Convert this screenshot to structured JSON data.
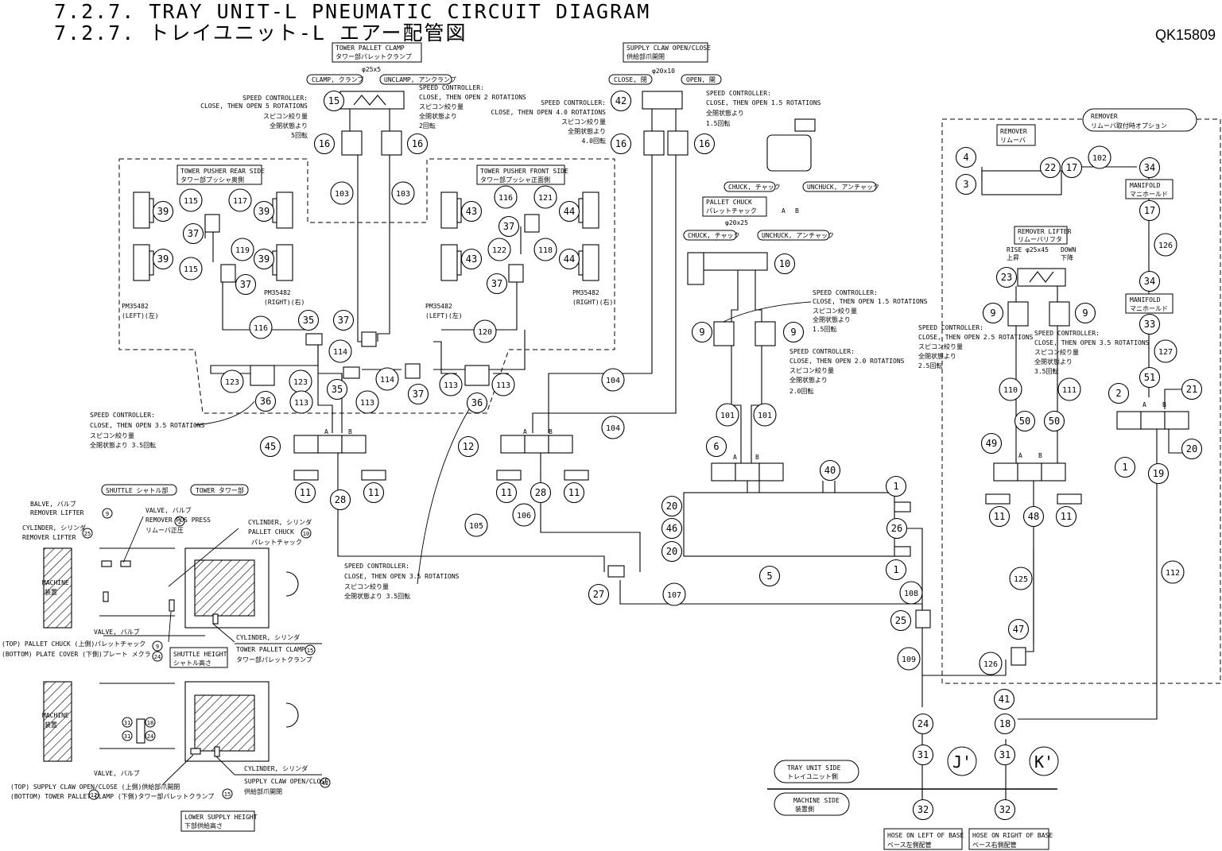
{
  "header": {
    "title_en": "7.2.7. TRAY UNIT-L PNEUMATIC CIRCUIT DIAGRAM",
    "title_jp": "7.2.7. トレイユニット-L エアー配管図",
    "doc_id": "QK15809"
  },
  "boxes": {
    "tower_pallet_clamp": [
      "TOWER PALLET CLAMP",
      "タワー部パレットクランプ"
    ],
    "supply_claw": [
      "SUPPLY CLAW OPEN/CLOSE",
      "供給部爪開閉"
    ],
    "pusher_rear": [
      "TOWER PUSHER REAR SIDE",
      "タワー部プッシャ奥側"
    ],
    "pusher_front": [
      "TOWER PUSHER FRONT SIDE",
      "タワー部プッシャ正面側"
    ],
    "pallet_chuck": [
      "PALLET CHUCK",
      "パレットチャック"
    ],
    "remover": [
      "REMOVER",
      "リムーバ"
    ],
    "remover_lifter": [
      "REMOVER LIFTER",
      "リムーバリフタ"
    ],
    "manifold": [
      "MANIFOLD",
      "マニホールド"
    ],
    "shuttle_height": [
      "SHUTTLE HEIGHT",
      "シャトル高さ"
    ],
    "lower_supply_height": [
      "LOWER SUPPLY HEIGHT",
      "下部供給高さ"
    ],
    "tray_unit_side": [
      "TRAY UNIT SIDE",
      "トレイユニット側"
    ],
    "machine_side": [
      "MACHINE SIDE",
      "装置側"
    ],
    "hose_left": [
      "HOSE ON LEFT OF BASE",
      "ベース左側配管"
    ],
    "hose_right": [
      "HOSE ON RIGHT OF BASE",
      "ベース右側配管"
    ]
  },
  "pills": {
    "clamp": "CLAMP, クランプ",
    "unclamp": "UNCLAMP, アンクランプ",
    "close": "CLOSE, 閉",
    "open": "OPEN, 開",
    "chuck": "CHUCK, チャック",
    "unchuck": "UNCHUCK, アンチャック",
    "remover_option": [
      "REMOVER",
      "リムーバ取付時オプション"
    ],
    "shuttle": "SHUTTLE シャトル部",
    "tower": "TOWER タワー部"
  },
  "sizes": {
    "clamp_cyl": "φ25x5",
    "claw_cyl": "φ20x10",
    "chuck_cyl": "φ20x25",
    "lifter_cyl": "φ25x45",
    "rise": [
      "RISE",
      "上昇"
    ],
    "down": [
      "DOWN",
      "下降"
    ]
  },
  "speed_ctrl": {
    "sc1": [
      "SPEED CONTROLLER:",
      "CLOSE, THEN OPEN 5 ROTATIONS",
      "スピコン絞り量",
      "全閉状態より",
      "5回転"
    ],
    "sc2": [
      "SPEED CONTROLLER:",
      "CLOSE, THEN OPEN 2 ROTATIONS",
      "スピコン絞り量",
      "全閉状態より",
      "2回転"
    ],
    "sc3": [
      "SPEED CONTROLLER:",
      "CLOSE, THEN OPEN 4.0 ROTATIONS",
      "スピコン絞り量",
      "全閉状態より",
      "4.0回転"
    ],
    "sc4": [
      "SPEED CONTROLLER:",
      "CLOSE, THEN OPEN 1.5 ROTATIONS",
      "全閉状態より",
      "1.5回転"
    ],
    "sc5": [
      "SPEED CONTROLLER:",
      "CLOSE, THEN OPEN 1.5 ROTATIONS",
      "スピコン絞り量",
      "全閉状態より",
      "1.5回転"
    ],
    "sc6": [
      "SPEED CONTROLLER:",
      "CLOSE, THEN OPEN 2.0 ROTATIONS",
      "スピコン絞り量",
      "全閉状態より",
      "2.0回転"
    ],
    "sc7": [
      "SPEED CONTROLLER:",
      "CLOSE, THEN OPEN 3.5 ROTATIONS",
      "スピコン絞り量",
      "全閉状態より 3.5回転"
    ],
    "sc8": [
      "SPEED CONTROLLER:",
      "CLOSE, THEN OPEN 3.5 ROTATIONS",
      "スピコン絞り量",
      "全閉状態より 3.5回転"
    ],
    "sc9": [
      "SPEED CONTROLLER:",
      "CLOSE, THEN OPEN 2.5 ROTATIONS",
      "スピコン絞り量",
      "全閉状態より",
      "2.5回転"
    ],
    "sc10": [
      "SPEED CONTROLLER:",
      "CLOSE, THEN OPEN 3.5 ROTATIONS",
      "スピコン絞り量",
      "全閉状態より",
      "3.5回転"
    ]
  },
  "labels": {
    "pm_left": [
      "PM35482",
      "(LEFT)(左)"
    ],
    "pm_right": [
      "PM35482",
      "(RIGHT)(右)"
    ],
    "ab": [
      "A",
      "B"
    ],
    "machine": [
      "MACHINE",
      "装置"
    ],
    "balve": "BALVE, バルブ",
    "remover_lifter_a": "REMOVER LIFTER",
    "valve": "VALVE, バルブ",
    "remover_pos": "REMOVER POS PRESS",
    "remover_pos_jp": "リムーバ正圧",
    "cylinder": "CYLINDER, シリンダ",
    "pallet_chuck_u": "PALLET CHUCK",
    "pallet_chuck_jp": "パレットチャック",
    "top_chuck": "(TOP) PALLET CHUCK   (上側)パレットチャック",
    "bottom_cover": "(BOTTOM) PLATE COVER (下側)プレート メクラ",
    "tpc": "TOWER PALLET CLAMP",
    "tpc_jp": "タワー部パレットクランプ",
    "top_claw": "(TOP) SUPPLY CLAW OPEN/CLOSE (上側)供給部爪開閉",
    "bottom_clamp": "(BOTTOM) TOWER PALLET CLAMP (下側)タワー部パレットクランプ",
    "supply_claw_oc": "SUPPLY CLAW OPEN/CLOSE",
    "supply_claw_jp": "供給部爪開閉",
    "j": "J'",
    "k": "K'"
  }
}
